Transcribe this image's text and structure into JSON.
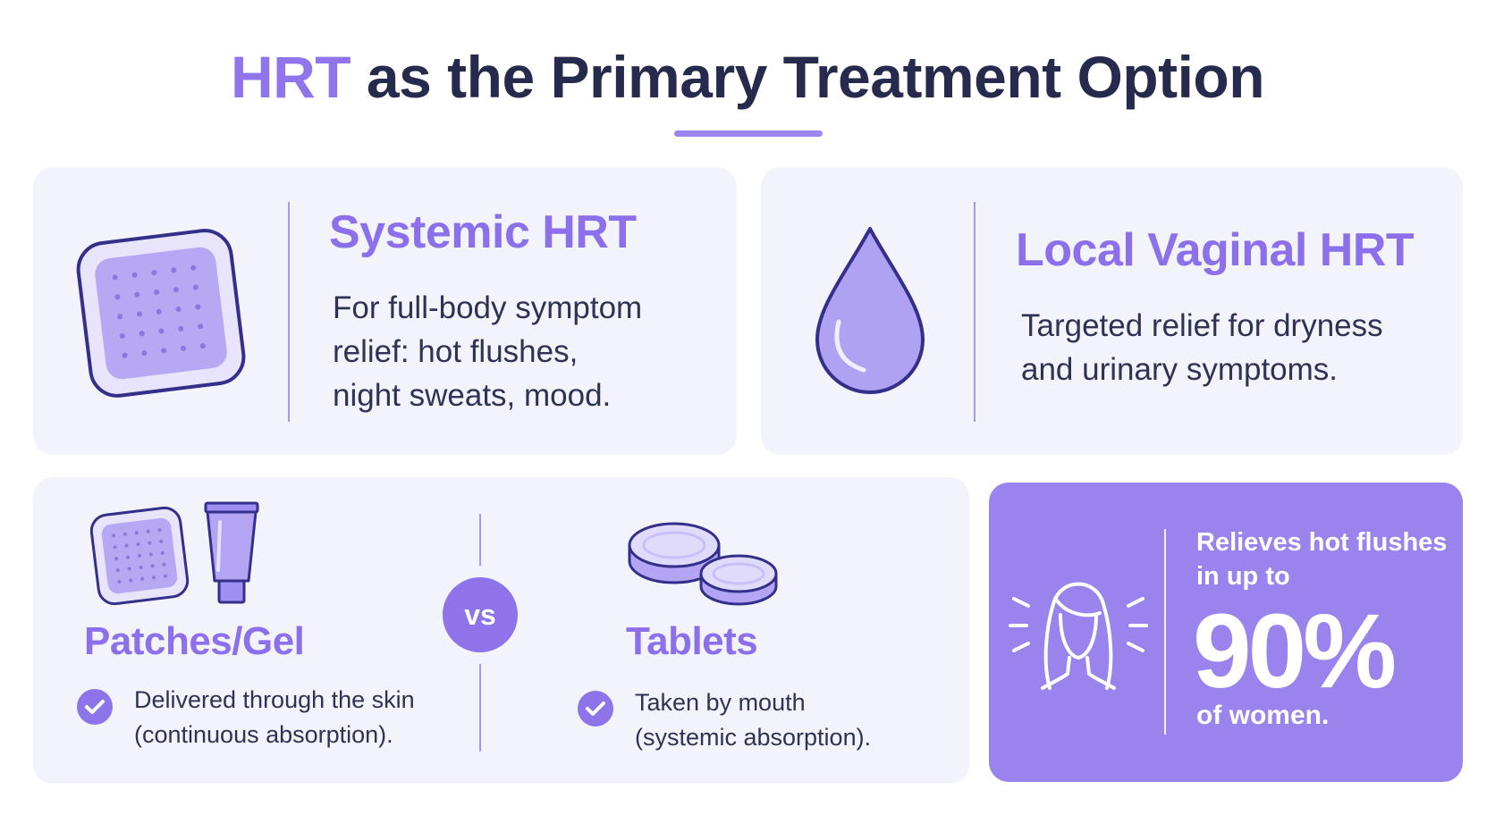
{
  "header": {
    "title_accent": "HRT",
    "title_rest": " as the Primary Treatment Option"
  },
  "systemic": {
    "icon": "patch-icon",
    "title": "Systemic HRT",
    "lines": [
      "For full-body symptom",
      "relief: hot flushes,",
      "night sweats, mood."
    ]
  },
  "local": {
    "icon": "droplet-icon",
    "title": "Local Vaginal HRT",
    "lines": [
      "Targeted relief for dryness",
      "and urinary symptoms."
    ]
  },
  "comparison": {
    "vs_label": "vs",
    "patches": {
      "icons": [
        "patch-icon",
        "gel-tube-icon"
      ],
      "title": "Patches/Gel",
      "lines": [
        "Delivered through the skin",
        "(continuous absorption)."
      ]
    },
    "tablets": {
      "icon": "tablets-icon",
      "title": "Tablets",
      "lines": [
        "Taken by mouth",
        "(systemic absorption)."
      ]
    }
  },
  "stat": {
    "icon": "woman-face-icon",
    "line1": "Relieves hot flushes",
    "line2": "in up to",
    "value": "90%",
    "line3": "of women."
  },
  "colors": {
    "accent": "#8c6fea",
    "title_dark": "#262b4e",
    "card_bg": "#f3f3fb",
    "stat_bg": "#9a83ec"
  }
}
